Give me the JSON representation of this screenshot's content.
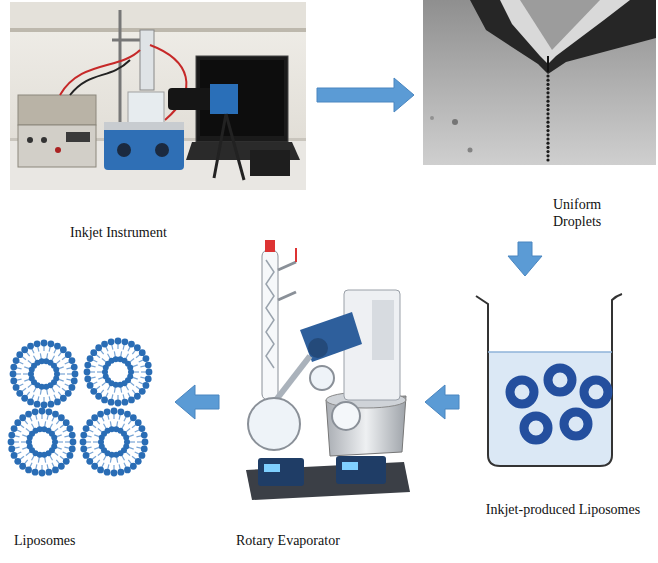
{
  "diagram": {
    "nodes": [
      {
        "text": [
          "Inkjet Instrument"
        ]
      },
      {
        "text": [
          "Uniform Droplets"
        ]
      },
      {
        "text": [
          "Inkjet-produced Liposomes"
        ]
      },
      {
        "text": [
          "Rotary Evaporator"
        ]
      },
      {
        "text": [
          "Liposomes"
        ]
      }
    ],
    "edges": [
      {
        "from": 0,
        "to": 1,
        "arrow": "to"
      },
      {
        "from": 1,
        "to": 2,
        "arrow": "to"
      },
      {
        "from": 2,
        "to": 3,
        "arrow": "to"
      },
      {
        "from": 3,
        "to": 4,
        "arrow": "to"
      }
    ]
  }
}
